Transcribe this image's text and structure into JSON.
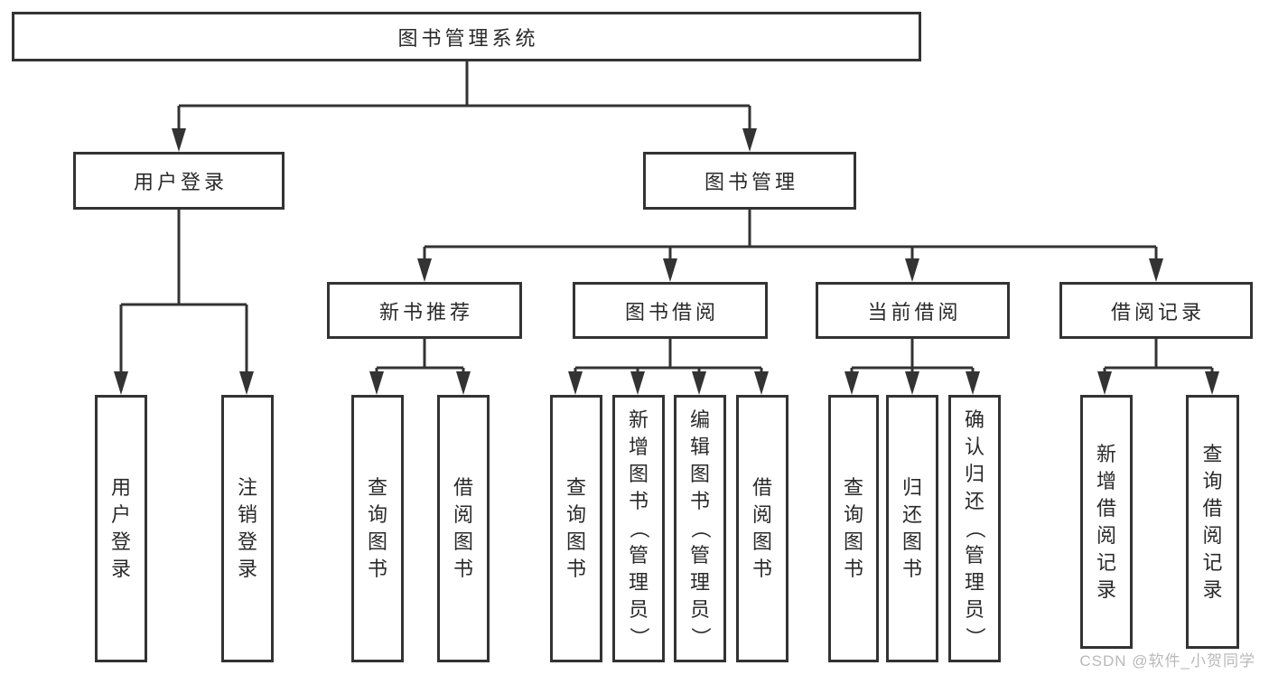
{
  "tree": {
    "label": "图书管理系统",
    "children": [
      {
        "label": "用户登录",
        "children": [
          {
            "label": "用户登录"
          },
          {
            "label": "注销登录"
          }
        ]
      },
      {
        "label": "图书管理",
        "children": [
          {
            "label": "新书推荐",
            "children": [
              {
                "label": "查询图书"
              },
              {
                "label": "借阅图书"
              }
            ]
          },
          {
            "label": "图书借阅",
            "children": [
              {
                "label": "查询图书"
              },
              {
                "label": "新增图书（管理员）"
              },
              {
                "label": "编辑图书（管理员）"
              },
              {
                "label": "借阅图书"
              }
            ]
          },
          {
            "label": "当前借阅",
            "children": [
              {
                "label": "查询图书"
              },
              {
                "label": "归还图书"
              },
              {
                "label": "确认归还（管理员）"
              }
            ]
          },
          {
            "label": "借阅记录",
            "children": [
              {
                "label": "新增借阅记录"
              },
              {
                "label": "查询借阅记录"
              }
            ]
          }
        ]
      }
    ]
  },
  "watermark": {
    "text": "CSDN @软件_小贺同学"
  },
  "colors": {
    "line": "#333333",
    "text": "#2a2a2a",
    "box_background": "#ffffff",
    "page_background": "#ffffff",
    "watermark": "#b9b9b9"
  }
}
